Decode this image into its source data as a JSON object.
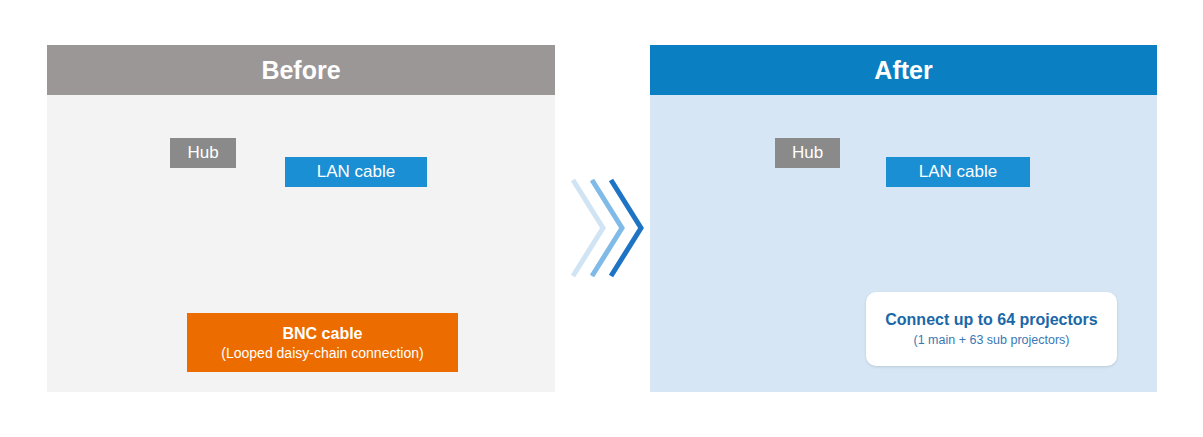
{
  "diagram": {
    "nodes": [
      {
        "text": [
          "Before"
        ]
      },
      {
        "text": [
          "Hub"
        ],
        "in": 0
      },
      {
        "text": [
          "LAN cable"
        ],
        "in": 0
      },
      {
        "text": [
          "BNC cable",
          "(Looped daisy-chain connection)"
        ],
        "in": 0
      },
      {
        "text": [
          "After"
        ]
      },
      {
        "text": [
          "Hub"
        ],
        "in": 4
      },
      {
        "text": [
          "LAN cable"
        ],
        "in": 4
      },
      {
        "text": [
          "Connect up to 64 projectors",
          "(1 main + 63 sub projectors)"
        ],
        "in": 4
      }
    ]
  }
}
